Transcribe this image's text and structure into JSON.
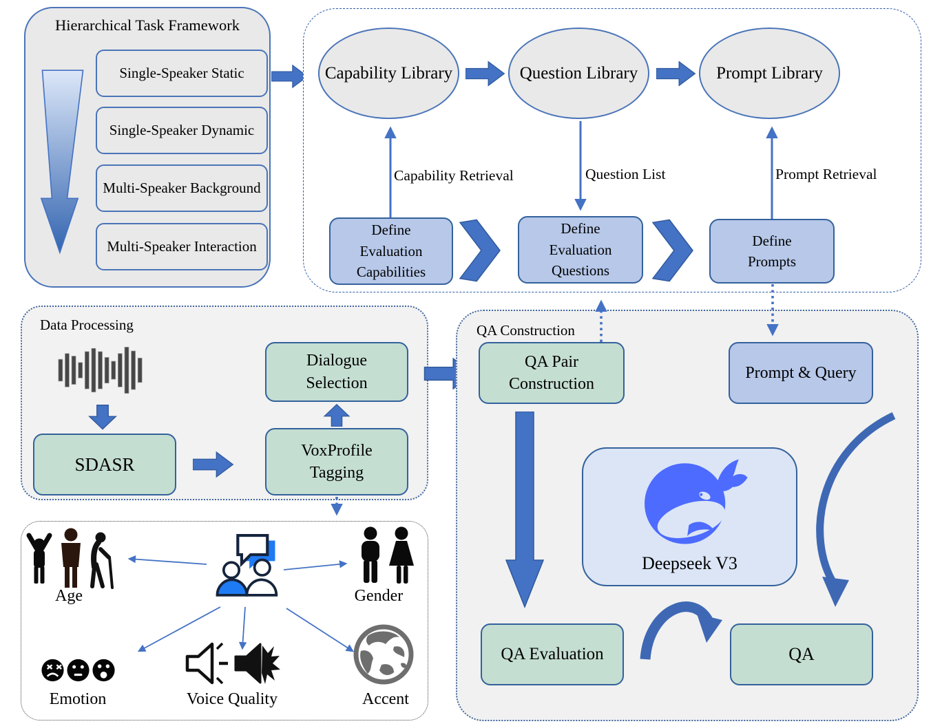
{
  "framework": {
    "title": "Hierarchical Task Framework",
    "items": [
      "Single-Speaker Static",
      "Single-Speaker Dynamic",
      "Multi-Speaker Background",
      "Multi-Speaker Interaction"
    ]
  },
  "libraries": {
    "capability": "Capability Library",
    "question": "Question Library",
    "prompt": "Prompt Library"
  },
  "define_steps": {
    "capabilities": "Define Evaluation Capabilities",
    "questions": "Define Evaluation Questions",
    "prompts": "Define Prompts"
  },
  "edge_labels": {
    "capability_retrieval": "Capability Retrieval",
    "question_list": "Question List",
    "prompt_retrieval": "Prompt Retrieval"
  },
  "data_processing": {
    "title": "Data Processing",
    "sdasr": "SDASR",
    "voxprofile": "VoxProfile Tagging",
    "dialogue_selection": "Dialogue Selection"
  },
  "attributes": {
    "age": "Age",
    "gender": "Gender",
    "emotion": "Emotion",
    "voice_quality": "Voice Quality",
    "accent": "Accent"
  },
  "qa_construction": {
    "title": "QA Construction",
    "qa_pair": "QA Pair Construction",
    "prompt_query": "Prompt & Query",
    "model": "Deepseek V3",
    "qa_evaluation": "QA Evaluation",
    "qa": "QA"
  },
  "colors": {
    "arrow_blue": "#4472c4",
    "box_blue": "#b7c8e9",
    "box_green": "#c5ded2",
    "panel_gray": "#e9e9e9",
    "deepseek_blue": "#4d6bfe"
  }
}
